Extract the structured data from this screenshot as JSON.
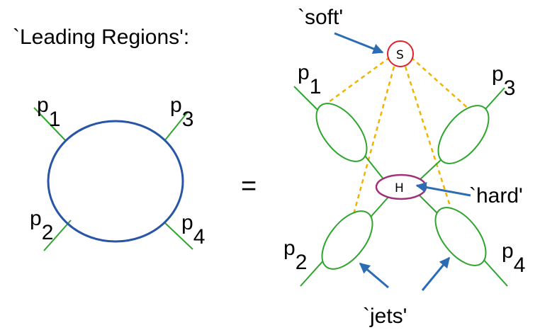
{
  "title": "`Leading Regions':",
  "equals": "=",
  "labels": {
    "soft": "`soft'",
    "hard": "`hard'",
    "jets": "`jets'"
  },
  "blobs": {
    "soft_letter": "S",
    "hard_letter": "H"
  },
  "momenta": {
    "left": [
      {
        "base": "p",
        "sub": "1"
      },
      {
        "base": "p",
        "sub": "3"
      },
      {
        "base": "p",
        "sub": "2"
      },
      {
        "base": "p",
        "sub": "4"
      }
    ],
    "right": [
      {
        "base": "p",
        "sub": "1"
      },
      {
        "base": "p",
        "sub": "3"
      },
      {
        "base": "p",
        "sub": "2"
      },
      {
        "base": "p",
        "sub": "4"
      }
    ]
  },
  "colors": {
    "loop": "#2855a6",
    "leg": "#2ea52e",
    "soft_line": "#f0b400",
    "soft_blob": "#e0202a",
    "hard_blob": "#a0307a",
    "arrow": "#2b6cb5"
  }
}
